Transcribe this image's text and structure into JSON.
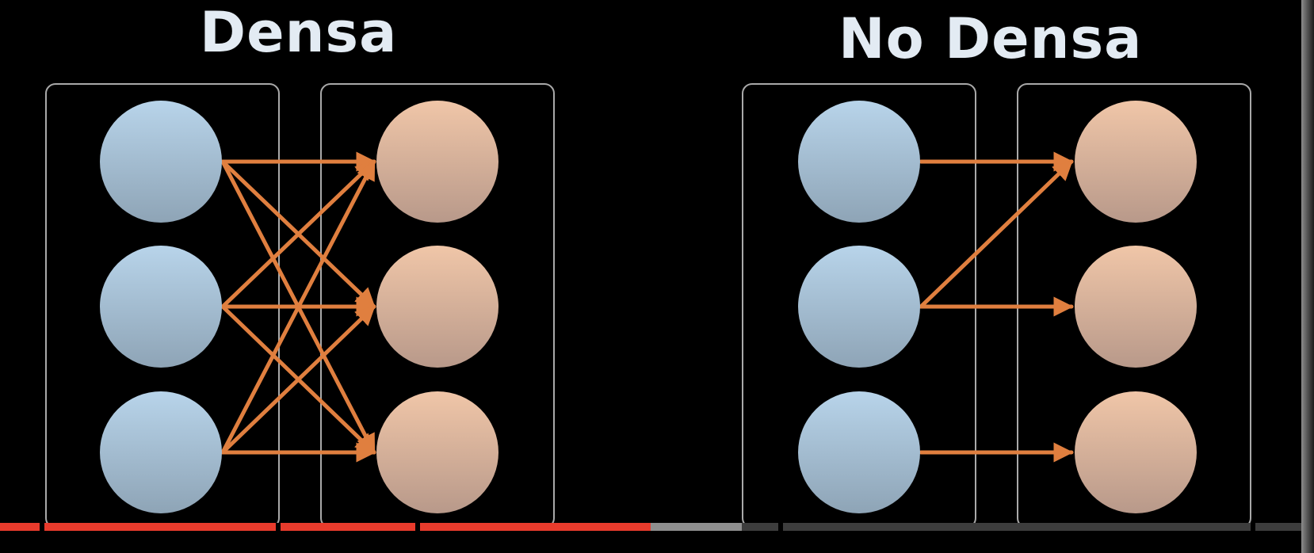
{
  "diagram": {
    "dense": {
      "title": "Densa",
      "connections": [
        [
          0,
          0
        ],
        [
          0,
          1
        ],
        [
          0,
          2
        ],
        [
          1,
          0
        ],
        [
          1,
          1
        ],
        [
          1,
          2
        ],
        [
          2,
          0
        ],
        [
          2,
          1
        ],
        [
          2,
          2
        ]
      ]
    },
    "sparse": {
      "title": "No Densa",
      "connections": [
        [
          0,
          0
        ],
        [
          1,
          0
        ],
        [
          1,
          1
        ],
        [
          2,
          2
        ]
      ]
    },
    "colors": {
      "background": "#000000",
      "title_text": "#e3ebf3",
      "input_node_top": "#b8d4ea",
      "input_node_bottom": "#8ea4b6",
      "output_node_top": "#f0c6a8",
      "output_node_bottom": "#b8998a",
      "connection": "#e07f3f",
      "layer_box_border": "#a9a9a9"
    }
  },
  "video_player": {
    "progress_played_fraction": 0.5,
    "progress_buffered_fraction": 0.57,
    "colors": {
      "played": "#e83b2c",
      "buffered": "#8f8f8f",
      "track": "#3d3d3d"
    }
  }
}
